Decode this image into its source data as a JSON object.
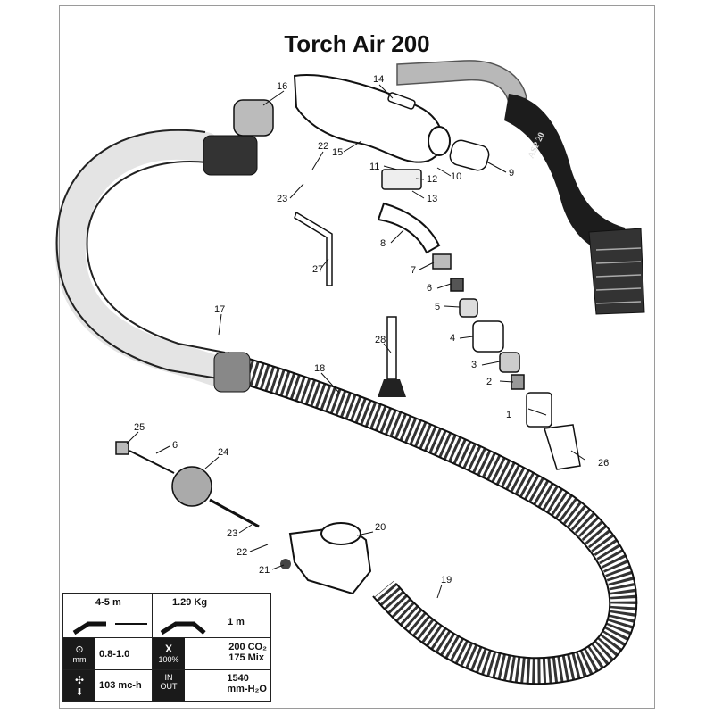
{
  "title": "Torch Air 200",
  "brand_mark": "ASP 20",
  "callouts": [
    {
      "id": "n1",
      "text": "1"
    },
    {
      "id": "n2",
      "text": "2"
    },
    {
      "id": "n3",
      "text": "3"
    },
    {
      "id": "n4",
      "text": "4"
    },
    {
      "id": "n5",
      "text": "5"
    },
    {
      "id": "n6a",
      "text": "6"
    },
    {
      "id": "n6b",
      "text": "6"
    },
    {
      "id": "n7",
      "text": "7"
    },
    {
      "id": "n8",
      "text": "8"
    },
    {
      "id": "n9",
      "text": "9"
    },
    {
      "id": "n10",
      "text": "10"
    },
    {
      "id": "n11",
      "text": "11"
    },
    {
      "id": "n12",
      "text": "12"
    },
    {
      "id": "n13",
      "text": "13"
    },
    {
      "id": "n14",
      "text": "14"
    },
    {
      "id": "n15",
      "text": "15"
    },
    {
      "id": "n16",
      "text": "16"
    },
    {
      "id": "n17",
      "text": "17"
    },
    {
      "id": "n18",
      "text": "18"
    },
    {
      "id": "n19",
      "text": "19"
    },
    {
      "id": "n20",
      "text": "20"
    },
    {
      "id": "n21",
      "text": "21"
    },
    {
      "id": "n22a",
      "text": "22"
    },
    {
      "id": "n22b",
      "text": "22"
    },
    {
      "id": "n23a",
      "text": "23"
    },
    {
      "id": "n23b",
      "text": "23"
    },
    {
      "id": "n24",
      "text": "24"
    },
    {
      "id": "n25",
      "text": "25"
    },
    {
      "id": "n26",
      "text": "26"
    },
    {
      "id": "n27",
      "text": "27"
    },
    {
      "id": "n28",
      "text": "28"
    }
  ],
  "specs": {
    "length": "4-5 m",
    "weight": "1.29 Kg",
    "weight_unit_length": "1 m",
    "wire_unit": "mm",
    "wire_range": "0.8-1.0",
    "duty_icon": "X",
    "duty_percent": "100%",
    "duty_co2": "200 CO₂",
    "duty_mix": "175 Mix",
    "airflow": "103 mc-h",
    "pressure_in": "IN",
    "pressure_out": "OUT",
    "pressure_value": "1540",
    "pressure_unit": "mm-H₂O"
  },
  "colors": {
    "ink": "#111111",
    "torch_body": "#1c1c1c",
    "metal": "#b8b8b8"
  }
}
